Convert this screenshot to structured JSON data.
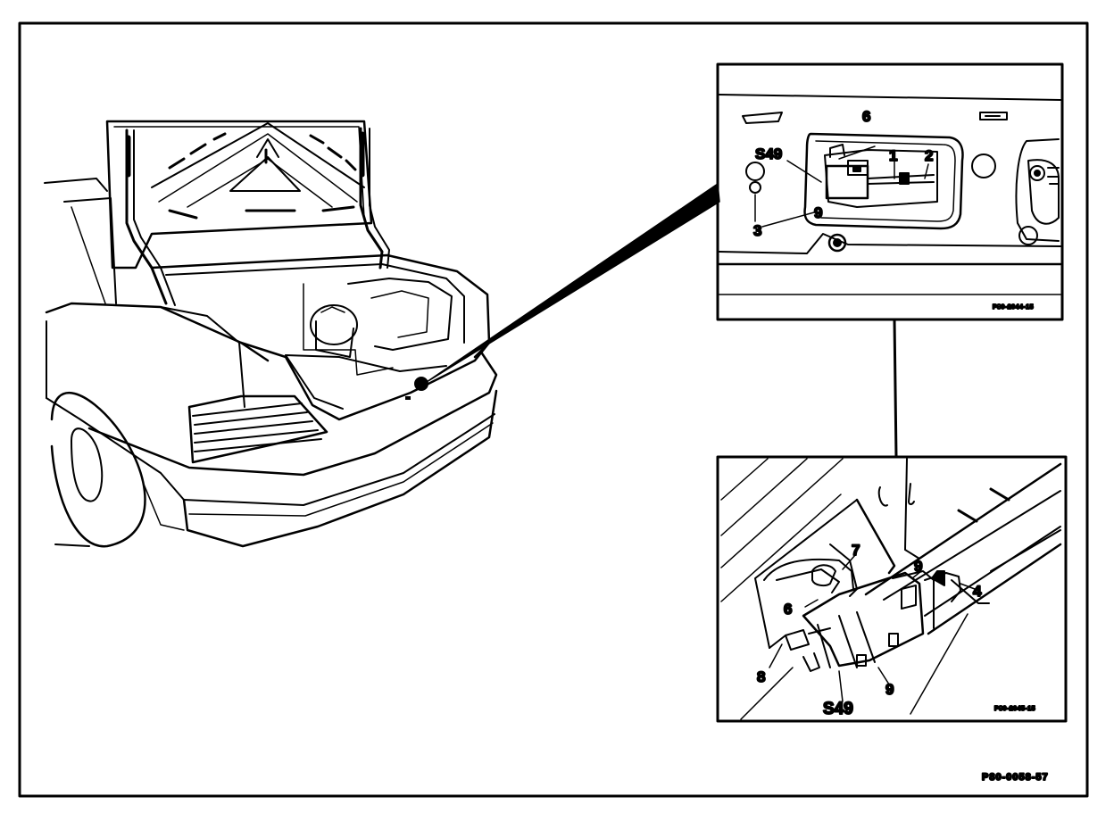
{
  "colors": {
    "ink": "#000000",
    "paper": "#ffffff"
  },
  "figure_code": "P80-0058-57",
  "inset_top": {
    "code": "P80-2044-15",
    "labels": {
      "s49": "S49",
      "n6": "6",
      "n1": "1",
      "n2": "2",
      "n3": "3",
      "n9": "9"
    }
  },
  "inset_bottom": {
    "code": "P80-2045-15",
    "labels": {
      "n7": "7",
      "n6": "6",
      "n9a": "9",
      "n4": "4",
      "n8": "8",
      "s49": "S49",
      "n9b": "9"
    }
  }
}
